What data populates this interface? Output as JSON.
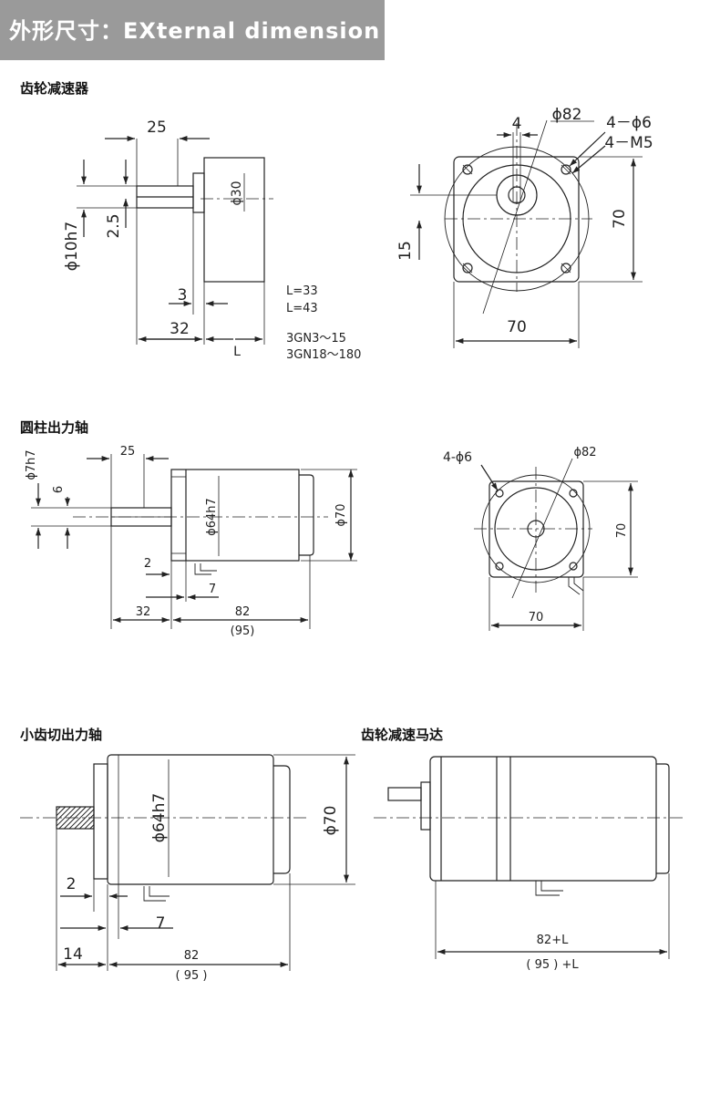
{
  "header": {
    "title": "外形尺寸：EXternal dimension"
  },
  "sections": {
    "gear_reducer": {
      "title": "齿轮减速器",
      "dims": {
        "shaft_len": "25",
        "key_width": "4",
        "pcd": "ϕ82",
        "holes": "4－ϕ6",
        "tap": "4－M5",
        "height": "70",
        "width": "70",
        "offset": "15",
        "pilot": "ϕ30",
        "key_depth": "2.5",
        "shaft_dia": "ϕ10h7",
        "flange_t": "3",
        "shaft_total": "32",
        "L": "L"
      },
      "notes": [
        "L=33",
        "L=43",
        "3GN3～15",
        "3GN18～180"
      ]
    },
    "round_shaft": {
      "title": "圆柱出力轴",
      "dims": {
        "shaft_dia": "ϕ7h7",
        "flat": "6",
        "shaft_len": "25",
        "pilot": "ϕ64h7",
        "body": "ϕ70",
        "gap": "2",
        "t7": "7",
        "out": "32",
        "len": "82",
        "len_ref": "(95)",
        "holes": "4-ϕ6",
        "pcd": "ϕ82",
        "height": "70",
        "width": "70"
      }
    },
    "pinion_shaft": {
      "title": "小齿切出力轴",
      "dims": {
        "pilot": "ϕ64h7",
        "body": "ϕ70",
        "gap": "2",
        "t7": "7",
        "out": "14",
        "len": "82",
        "len_ref": "( 95 )"
      }
    },
    "gear_motor": {
      "title": "齿轮减速马达",
      "dims": {
        "len": "82+L",
        "len_ref": "( 95 ) +L"
      }
    }
  }
}
